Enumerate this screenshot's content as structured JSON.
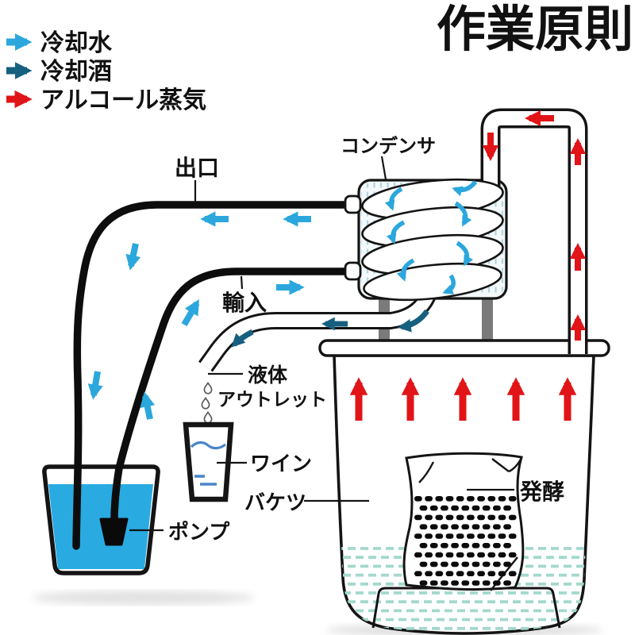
{
  "title": "作業原則",
  "legend": {
    "items": [
      {
        "label": "冷却水",
        "color": "#2ba7dd"
      },
      {
        "label": "冷却酒",
        "color": "#16607f"
      },
      {
        "label": "アルコール蒸気",
        "color": "#e11418"
      }
    ]
  },
  "labels": {
    "outlet": "出口",
    "condenser": "コンデンサ",
    "input": "輸入",
    "liquid_outlet_line1": "液体",
    "liquid_outlet_line2": "アウトレット",
    "wine": "ワイン",
    "bucket": "バケツ",
    "pump": "ポンプ",
    "fermentation": "発酵"
  },
  "colors": {
    "cooling_water_arrow": "#2ba7dd",
    "cooled_liquor_arrow": "#16607f",
    "alcohol_vapor_arrow": "#e11418",
    "bucket_water": "#29abe2",
    "fermenter_liquid": "#a3d8cd",
    "condenser_body": "#f4fafc",
    "condenser_hatch": "#b3d6e2",
    "leg_gray": "#7a7a7a",
    "outline": "#141414"
  }
}
